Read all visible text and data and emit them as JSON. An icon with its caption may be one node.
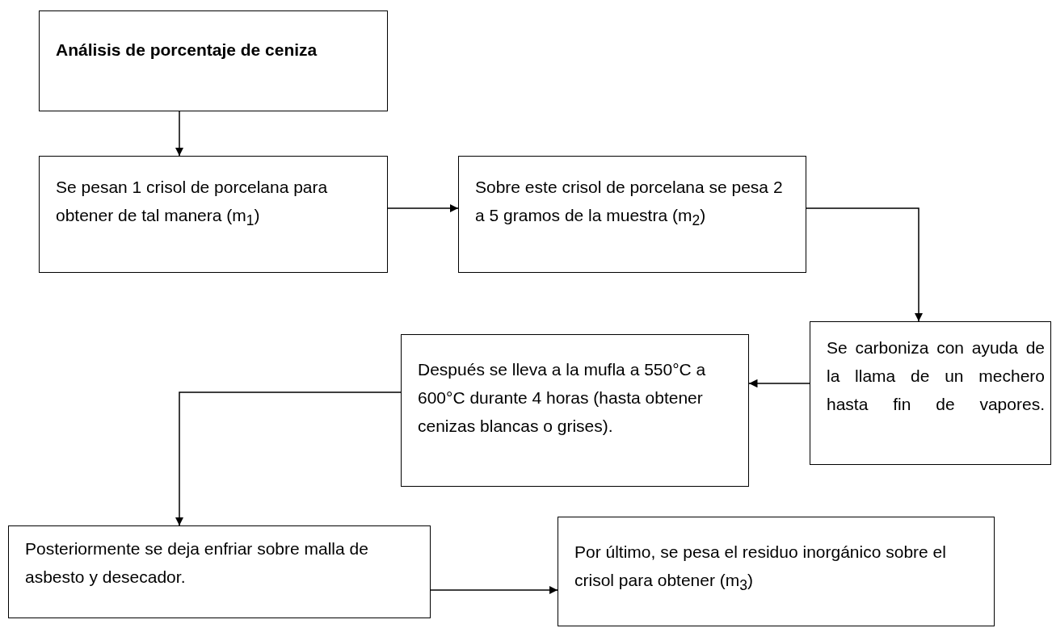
{
  "diagram": {
    "nodes": [
      {
        "text": [
          "Análisis de porcentaje de ceniza"
        ]
      },
      {
        "text": [
          "Se pesan 1 crisol de porcelana para obtener de tal manera (m$_{1}$)"
        ]
      },
      {
        "text": [
          "Sobre este crisol de porcelana se pesa 2 a 5 gramos de la muestra (m$_{2}$)"
        ]
      },
      {
        "text": [
          "Se carboniza con ayuda de la llama de un mechero hasta fin de vapores."
        ]
      },
      {
        "text": [
          "Después se lleva a la mufla a 550°C a 600°C durante 4 horas (hasta obtener cenizas blancas o grises)."
        ]
      },
      {
        "text": [
          "Posteriormente se deja enfriar sobre malla de asbesto y desecador."
        ]
      },
      {
        "text": [
          "Por último, se pesa el residuo inorgánico sobre el crisol para obtener (m$_{3}$)"
        ]
      }
    ],
    "edges": [
      {
        "from": 0,
        "to": 1,
        "arrow": "to"
      },
      {
        "from": 1,
        "to": 2,
        "arrow": "to"
      },
      {
        "from": 2,
        "to": 3,
        "arrow": "to"
      },
      {
        "from": 3,
        "to": 4,
        "arrow": "to"
      },
      {
        "from": 4,
        "to": 5,
        "arrow": "to"
      },
      {
        "from": 5,
        "to": 6,
        "arrow": "to"
      }
    ]
  }
}
